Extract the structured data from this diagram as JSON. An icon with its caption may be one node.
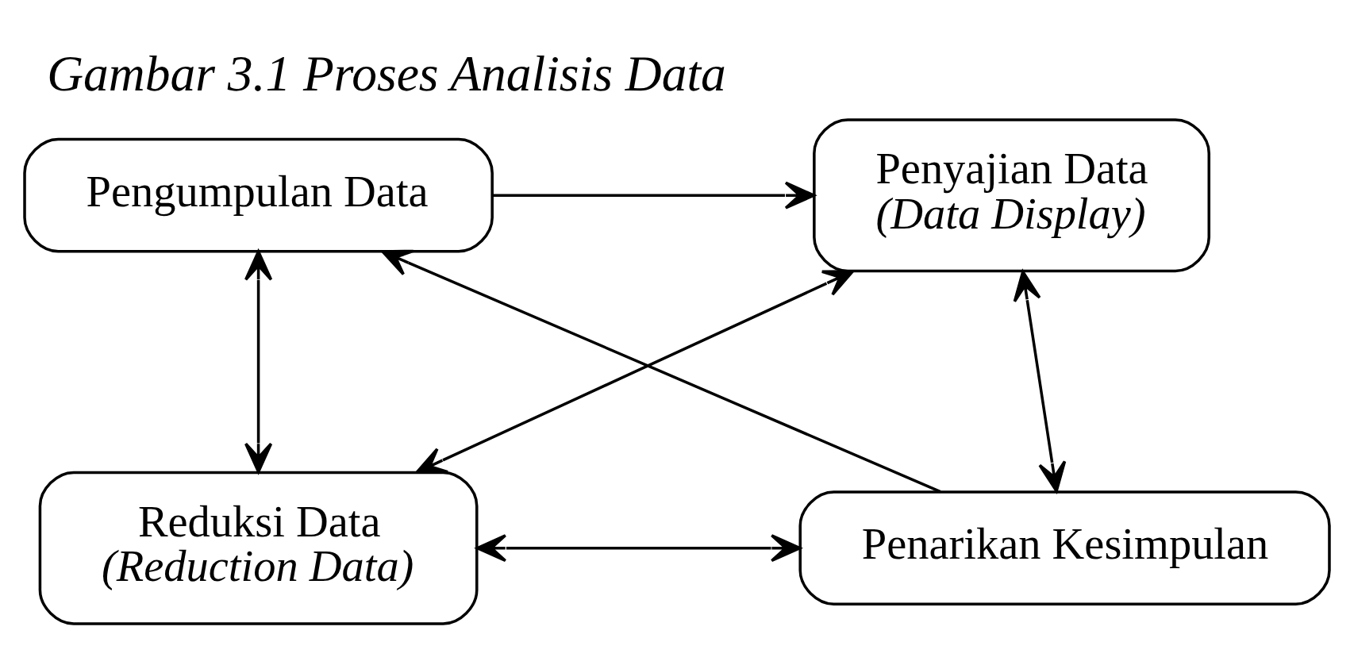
{
  "diagram": {
    "title": "Gambar 3.1 Proses Analisis Data",
    "nodes": [
      {
        "text": [
          "Pengumpulan Data"
        ]
      },
      {
        "text": [
          "Penyajian Data",
          "(Data Display)"
        ]
      },
      {
        "text": [
          "Reduksi Data",
          "(Reduction Data)"
        ]
      },
      {
        "text": [
          "Penarikan Kesimpulan"
        ]
      }
    ],
    "edges": [
      {
        "from": 0,
        "to": 1,
        "arrow": "to"
      },
      {
        "from": 0,
        "to": 2,
        "arrow": "both"
      },
      {
        "from": 2,
        "to": 1,
        "arrow": "both"
      },
      {
        "from": 1,
        "to": 3,
        "arrow": "both"
      },
      {
        "from": 2,
        "to": 3,
        "arrow": "both"
      },
      {
        "from": 3,
        "to": 0,
        "arrow": "to"
      }
    ]
  }
}
